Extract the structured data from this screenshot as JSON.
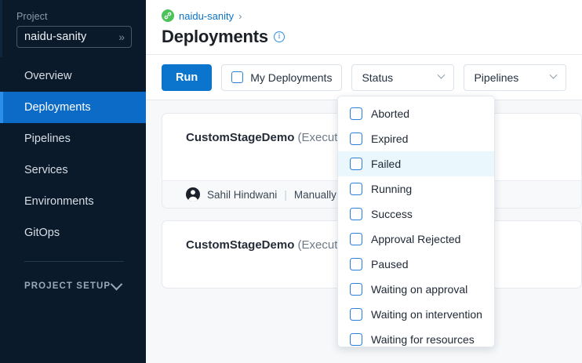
{
  "sidebar": {
    "project_label": "Project",
    "project_name": "naidu-sanity",
    "project_chevron": "»",
    "items": [
      {
        "label": "Overview",
        "active": false
      },
      {
        "label": "Deployments",
        "active": true
      },
      {
        "label": "Pipelines",
        "active": false
      },
      {
        "label": "Services",
        "active": false
      },
      {
        "label": "Environments",
        "active": false
      },
      {
        "label": "GitOps",
        "active": false
      }
    ],
    "project_setup_label": "PROJECT SETUP"
  },
  "header": {
    "breadcrumb_link": "naidu-sanity",
    "breadcrumb_separator": "›",
    "title": "Deployments"
  },
  "toolbar": {
    "run_label": "Run",
    "my_deployments_label": "My Deployments",
    "status_label": "Status",
    "pipelines_label": "Pipelines"
  },
  "status_menu": {
    "options": [
      {
        "label": "Aborted",
        "checked": false,
        "highlighted": false
      },
      {
        "label": "Expired",
        "checked": false,
        "highlighted": false
      },
      {
        "label": "Failed",
        "checked": false,
        "highlighted": true
      },
      {
        "label": "Running",
        "checked": false,
        "highlighted": false
      },
      {
        "label": "Success",
        "checked": false,
        "highlighted": false
      },
      {
        "label": "Approval Rejected",
        "checked": false,
        "highlighted": false
      },
      {
        "label": "Paused",
        "checked": false,
        "highlighted": false
      },
      {
        "label": "Waiting on approval",
        "checked": false,
        "highlighted": false
      },
      {
        "label": "Waiting on intervention",
        "checked": false,
        "highlighted": false
      },
      {
        "label": "Waiting for resources",
        "checked": false,
        "highlighted": false
      }
    ]
  },
  "cards": [
    {
      "name": "CustomStageDemo",
      "detail": " (Execution Id",
      "user": "Sahil Hindwani",
      "trigger_separator": "|",
      "trigger": "Manually"
    },
    {
      "name": "CustomStageDemo",
      "detail": " (Execution Id",
      "user": "",
      "trigger_separator": "",
      "trigger": ""
    }
  ],
  "colors": {
    "sidebar_bg": "#0b1a2b",
    "nav_active": "#0c6bc7",
    "accent_blue": "#0b74cd",
    "breadcrumb_green": "#4bc25a",
    "menu_highlight": "#eaf7fd"
  }
}
